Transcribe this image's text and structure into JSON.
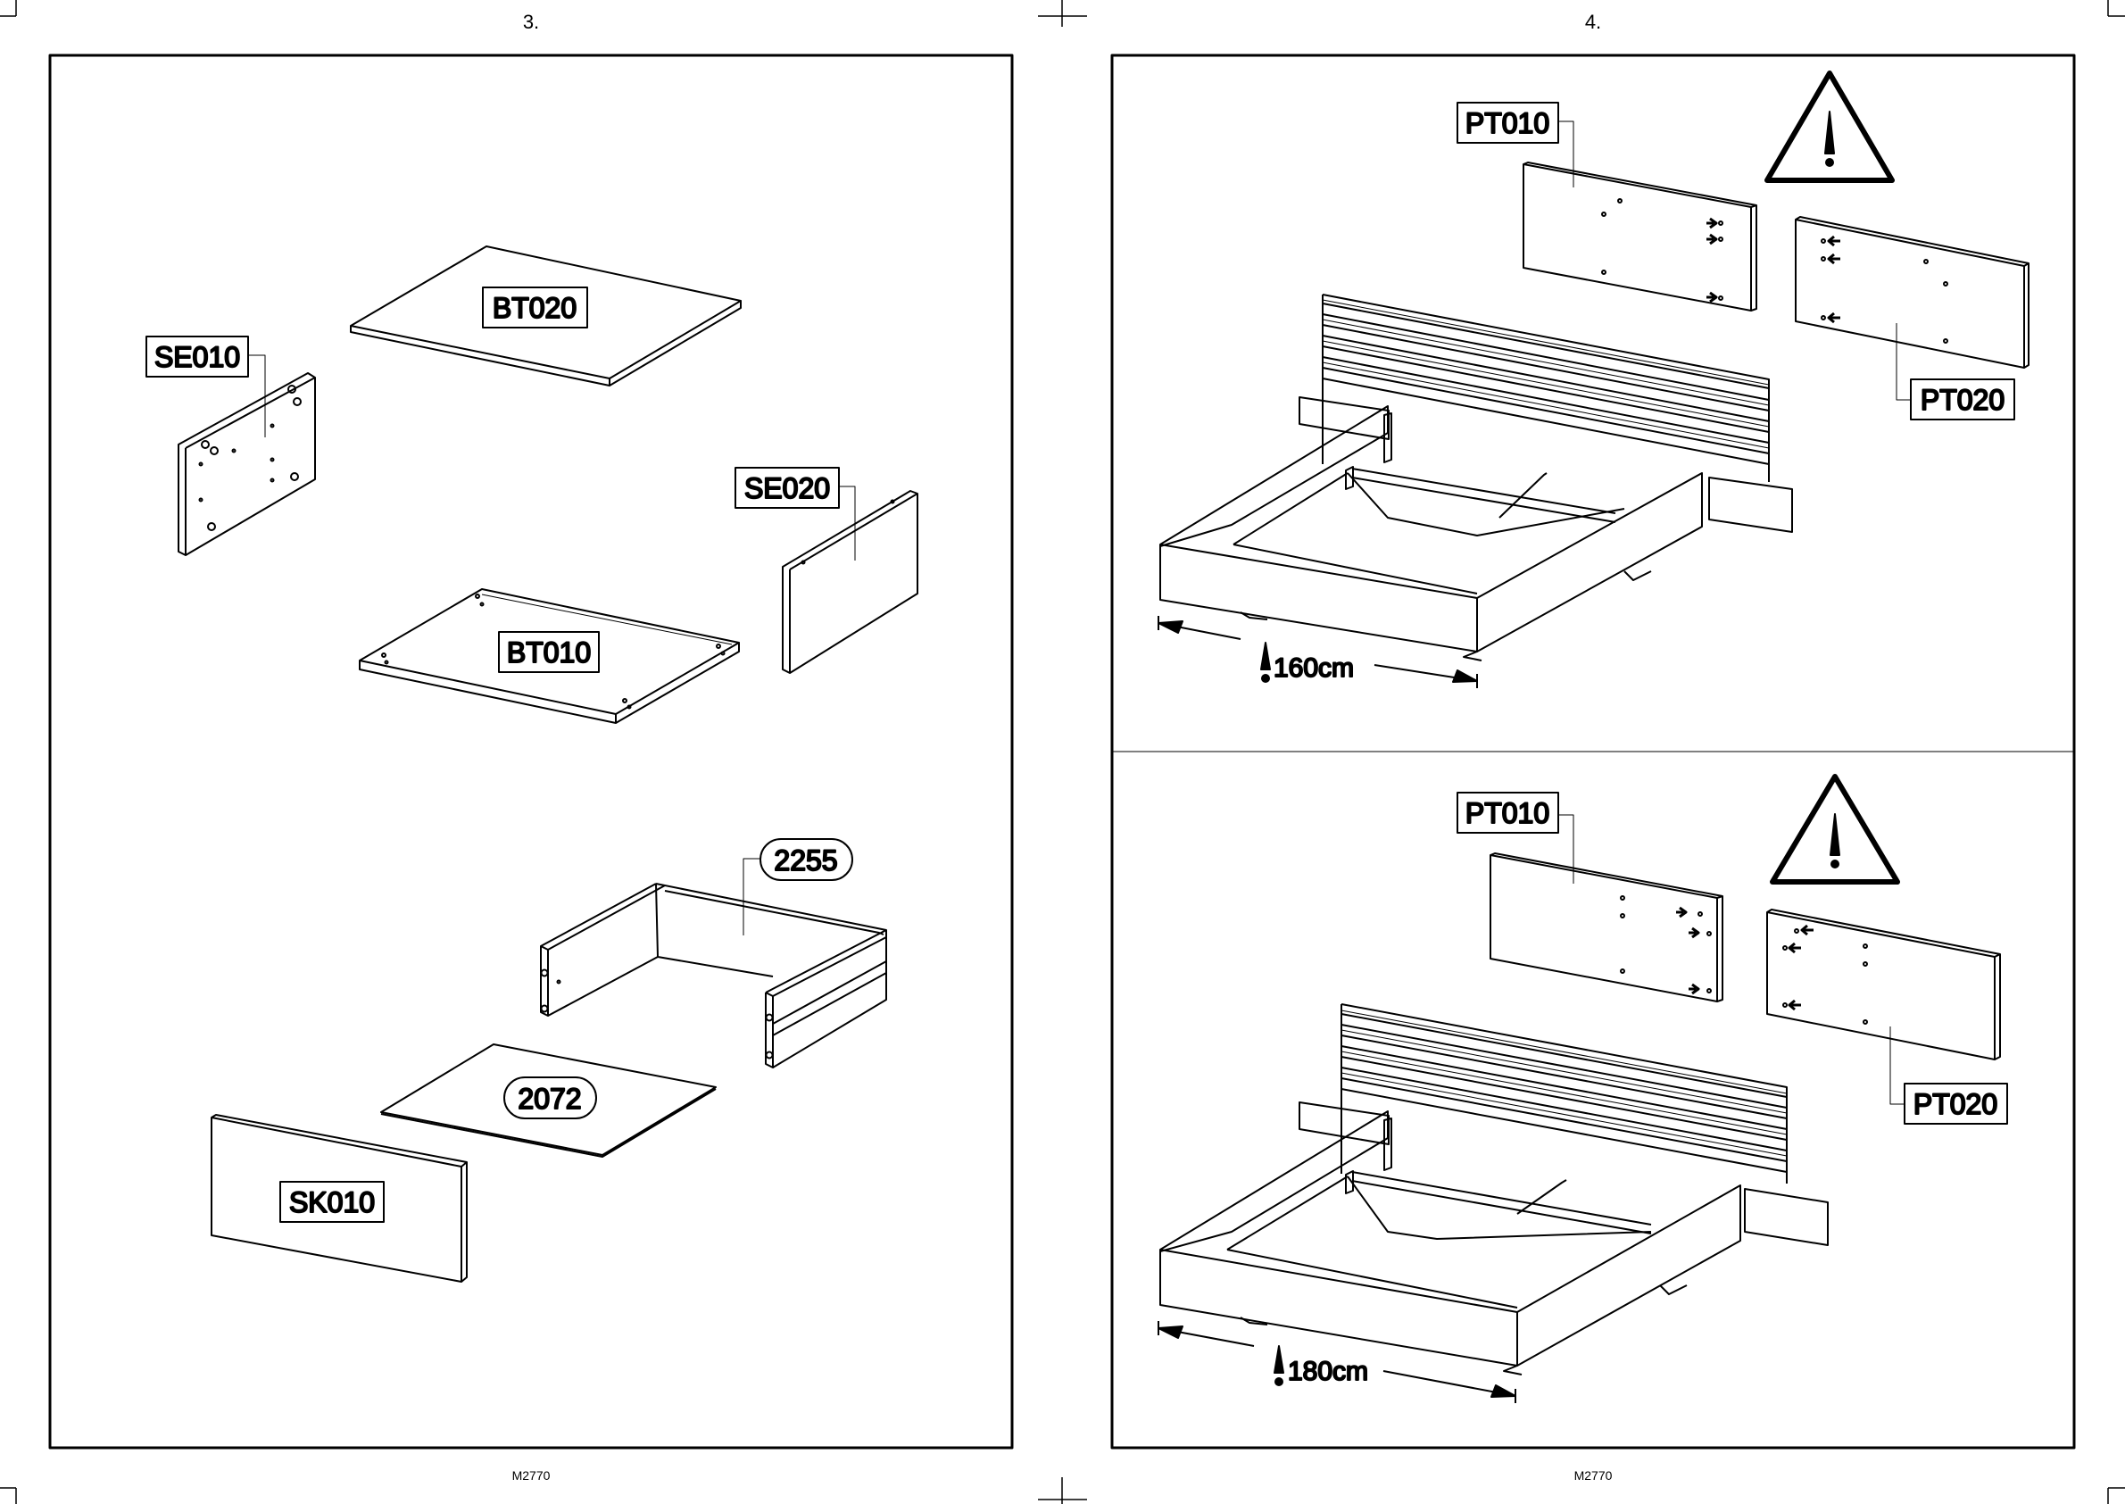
{
  "pages": {
    "left": {
      "number": "3.",
      "footer": "M2770"
    },
    "right": {
      "number": "4.",
      "footer": "M2770"
    }
  },
  "step3": {
    "parts": {
      "bt020": "BT020",
      "se010": "SE010",
      "se020": "SE020",
      "bt010": "BT010",
      "drawer_box": "2255",
      "drawer_bottom": "2072",
      "sk010": "SK010"
    }
  },
  "step4": {
    "top": {
      "panel_left": "PT010",
      "panel_right": "PT020",
      "width": "160cm"
    },
    "bottom": {
      "panel_left": "PT010",
      "panel_right": "PT020",
      "width": "180cm"
    }
  }
}
